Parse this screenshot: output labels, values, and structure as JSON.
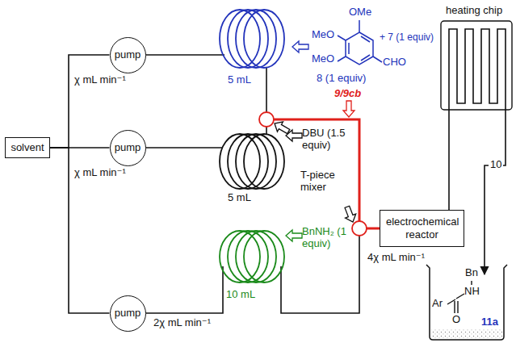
{
  "diagram": {
    "nodes": [
      {
        "text": [
          "pump"
        ]
      },
      {
        "text": [
          "solvent"
        ]
      },
      {
        "text": [
          "pump"
        ]
      },
      {
        "text": [
          "pump"
        ]
      },
      {
        "text": [
          "electrochemical reactor"
        ]
      }
    ],
    "edges": [
      {
        "from": 1,
        "to": 0,
        "arrow": "none"
      },
      {
        "from": 1,
        "to": 2,
        "arrow": "none"
      },
      {
        "from": 1,
        "to": 3,
        "arrow": "none"
      }
    ],
    "labels": [
      "OMe",
      "+ 7 (1 equiv)",
      "MeO",
      "MeO",
      "CHO",
      "8 (1 equiv)",
      "5 mL",
      "heating chip",
      "χ mL min⁻¹",
      "DBU (1.5 equiv)",
      "9/9cb",
      "5 mL",
      "T-piece mixer",
      "10",
      "χ mL min⁻¹",
      "4χ mL min⁻¹",
      "BnNH₂ (1 equiv)",
      "10 mL",
      "2χ mL min⁻¹",
      "Bn",
      "Ar",
      "NH",
      "O",
      "11a"
    ]
  }
}
